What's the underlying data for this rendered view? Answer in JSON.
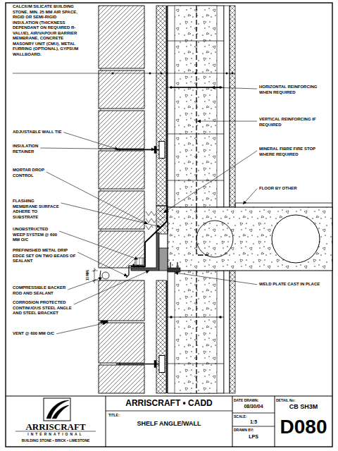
{
  "diagram": {
    "labels": [
      "CALCIUM SILICATE BUILDING STONE, MIN. 25 MM AIR SPACE, RIGID OR SEMI-RIGID INSULATION (THICKNESS DEPENDANT ON REQUIRED R-VALUE), AIR/VAPOUR BARRIER MEMBRANE, CONCRETE MASONRY UNIT (CMU), METAL FURRING (OPTIONAL), GYPSUM WALLBOARD.",
      "ADJUSTABLE WALL TIE",
      "INSULATION RETAINER",
      "MORTAR DROP CONTROL",
      "FLASHING MEMBRANE SURFACE ADHERE TO SUBSTRATE",
      "UNOBSTRUCTED WEEP SYSTEM @ 600 MM O/C",
      "PREFINISHED METAL DRIP EDGE SET ON TWO BEADS OF SEALANT",
      "10 MIN.",
      "COMPRESSIBLE BACKER ROD AND SEALANT",
      "CORROSION PROTECTED CONTINUOUS STEEL ANGLE AND STEEL BRACKET",
      "VENT @ 600 MM O/C",
      "HORIZONTAL REINFORCING WHEN REQUIRED",
      "VERTICAL REINFORCING IF REQUIRED",
      "MINERAL FIBRE FIRE STOP WHERE REQUIRED",
      "FLOOR BY OTHER",
      "WELD PLATE CAST IN PLACE",
      "ARRISCRAFT • CADD",
      "TITLE:",
      "SHELF ANGLE/WALL",
      "DATE DRAWN:",
      "08/30/04",
      "SCALE:",
      "1:5",
      "DRAWN BY:",
      "LPS",
      "DETAIL No:",
      "CB SH3M",
      "D080",
      "ARRISCRAFT",
      "INTERNATIONAL",
      "BUILDING STONE • BRICK • LIMESTONE"
    ]
  }
}
